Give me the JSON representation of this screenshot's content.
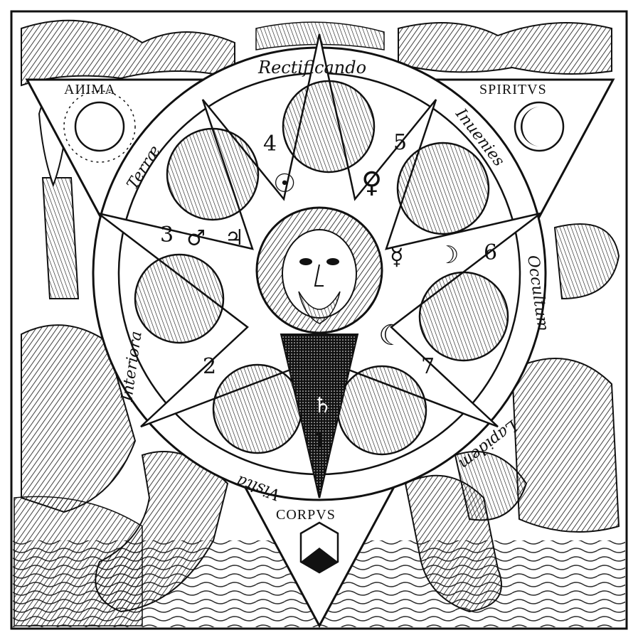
{
  "engraving": {
    "corner_labels": {
      "anima": "AИIMA",
      "spiritus": "SPIRITVS",
      "corpus": "CORPVS"
    },
    "ring_words": [
      "Rectificando",
      "Inuenies",
      "Occultum",
      "Lapidem",
      "Visita",
      "Interiora",
      "Terræ"
    ],
    "star_numerals": [
      "4",
      "5",
      "6",
      "7",
      "1",
      "2",
      "3"
    ],
    "planet_glyphs": [
      "☉",
      "♀",
      "☿",
      "♃",
      "☽",
      "☾",
      "♂",
      "♄"
    ],
    "colors": {
      "ink": "#111111",
      "paper": "#ffffff"
    }
  }
}
